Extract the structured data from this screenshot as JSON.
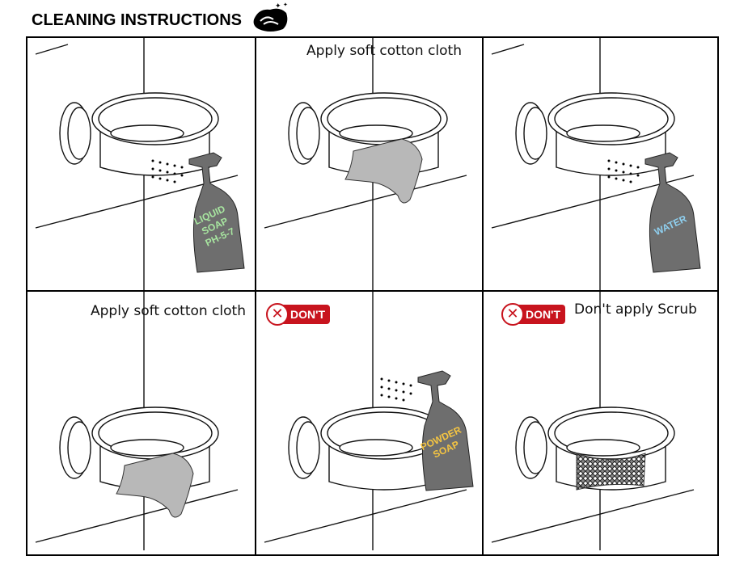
{
  "title": "CLEANING INSTRUCTIONS",
  "title_icon": "hand-washing-icon",
  "panels": [
    {
      "caption": "",
      "bottle": {
        "lines": [
          "LIQUID",
          "SOAP",
          "PH-5-7"
        ],
        "color": "#a8e6a0"
      }
    },
    {
      "caption": "Apply soft cotton cloth",
      "cloth": true
    },
    {
      "caption": "",
      "bottle": {
        "lines": [
          "WATER"
        ],
        "color": "#8fd0f0"
      }
    },
    {
      "caption": "Apply soft cotton cloth",
      "cloth": true
    },
    {
      "badge": "DON'T",
      "bottle": {
        "lines": [
          "POWDER",
          "SOAP"
        ],
        "color": "#f5c542"
      }
    },
    {
      "badge": "DON'T",
      "caption": "Don't apply Scrub",
      "scrub": true
    }
  ],
  "colors": {
    "badge": "#c8141e",
    "bottle": "#6e6e6e",
    "cloth": "#b8b8b8"
  }
}
